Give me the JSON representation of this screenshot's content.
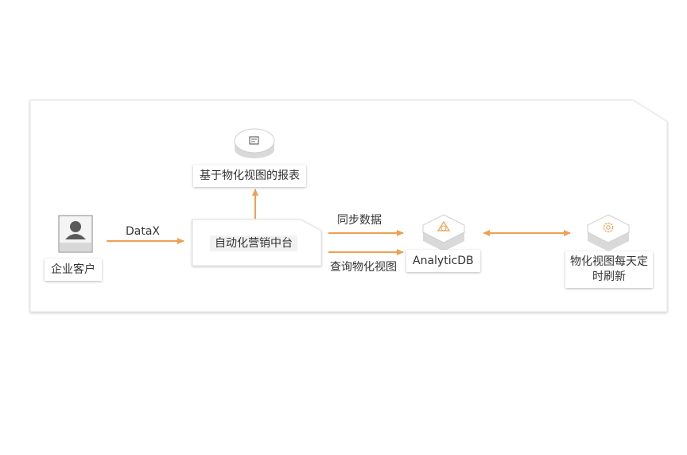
{
  "colors": {
    "accent": "#f0a050",
    "node_fill": "#ffffff",
    "node_shadow": "#cfcfcf"
  },
  "nodes": {
    "enterprise_customer": {
      "label": "企业客户",
      "icon": "user-icon"
    },
    "report": {
      "label": "基于物化视图的报表",
      "icon": "report-icon"
    },
    "marketing_platform": {
      "label": "自动化营销中台"
    },
    "analyticdb": {
      "label": "AnalyticDB",
      "icon": "analyticdb-icon"
    },
    "refresh": {
      "label": "物化视图每天定时刷新",
      "icon": "refresh-gear-icon"
    }
  },
  "edges": {
    "datax": "DataX",
    "sync_data": "同步数据",
    "query_view": "查询物化视图"
  }
}
